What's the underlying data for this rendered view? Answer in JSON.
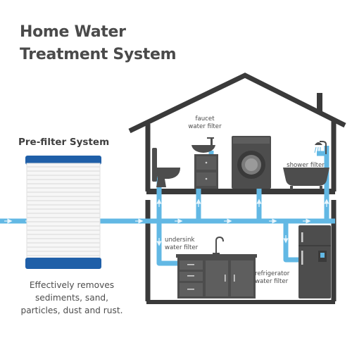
{
  "title": {
    "line1": "Home Water",
    "line2": "Treatment System"
  },
  "prefilter": {
    "heading": "Pre-filter System",
    "description": [
      "Effectively removes",
      "sediments, sand,",
      "particles, dust and rust."
    ]
  },
  "labels": {
    "faucet": [
      "faucet",
      "water filter"
    ],
    "shower": "shower filter",
    "undersink": [
      "undersink",
      "water filter"
    ],
    "refrigerator": [
      "refrigerator",
      "water filter"
    ]
  },
  "colors": {
    "text": "#4a4a4a",
    "house_outline": "#3a3a3a",
    "fixtures": "#4d4d4d",
    "water": "#62b8e4",
    "water_light": "#a9d9f2",
    "cartridge_cap": "#1f5fa8"
  },
  "icons": [
    "filter-cartridge-icon",
    "sink-icon",
    "toilet-icon",
    "cabinet-icon",
    "washing-machine-icon",
    "bathtub-icon",
    "shower-head-icon",
    "kitchen-counter-icon",
    "kitchen-faucet-icon",
    "refrigerator-icon"
  ]
}
